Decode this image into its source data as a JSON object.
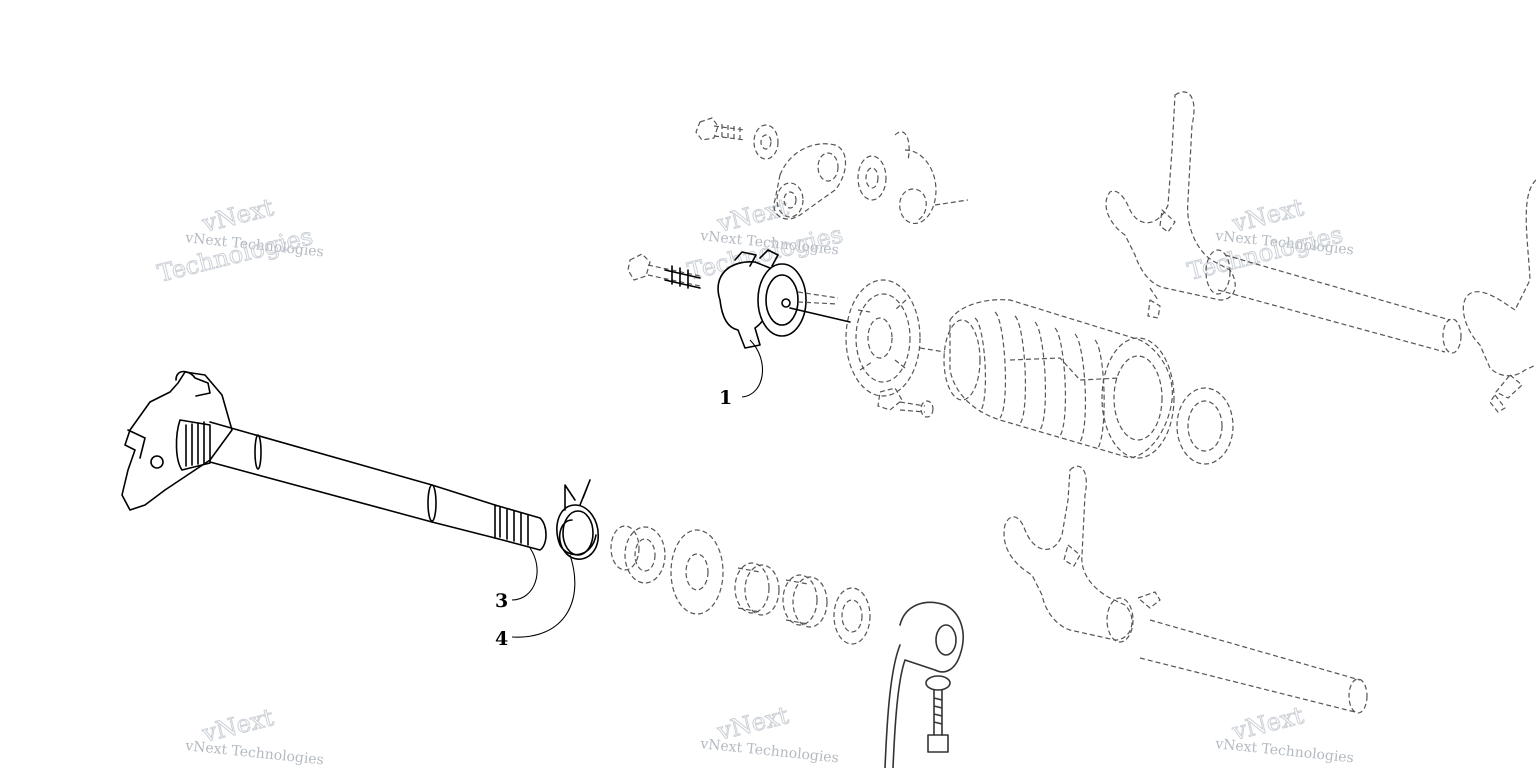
{
  "callouts": [
    "1",
    "3",
    "4"
  ],
  "watermark": {
    "line": "vNext Technologies",
    "big_top": "vNext",
    "big_bottom": "Technologies"
  },
  "parts": {
    "shift_drum_end_cam": "solid",
    "shift_shaft": "solid",
    "shift_shaft_spring": "solid",
    "related_components": "dashed"
  }
}
